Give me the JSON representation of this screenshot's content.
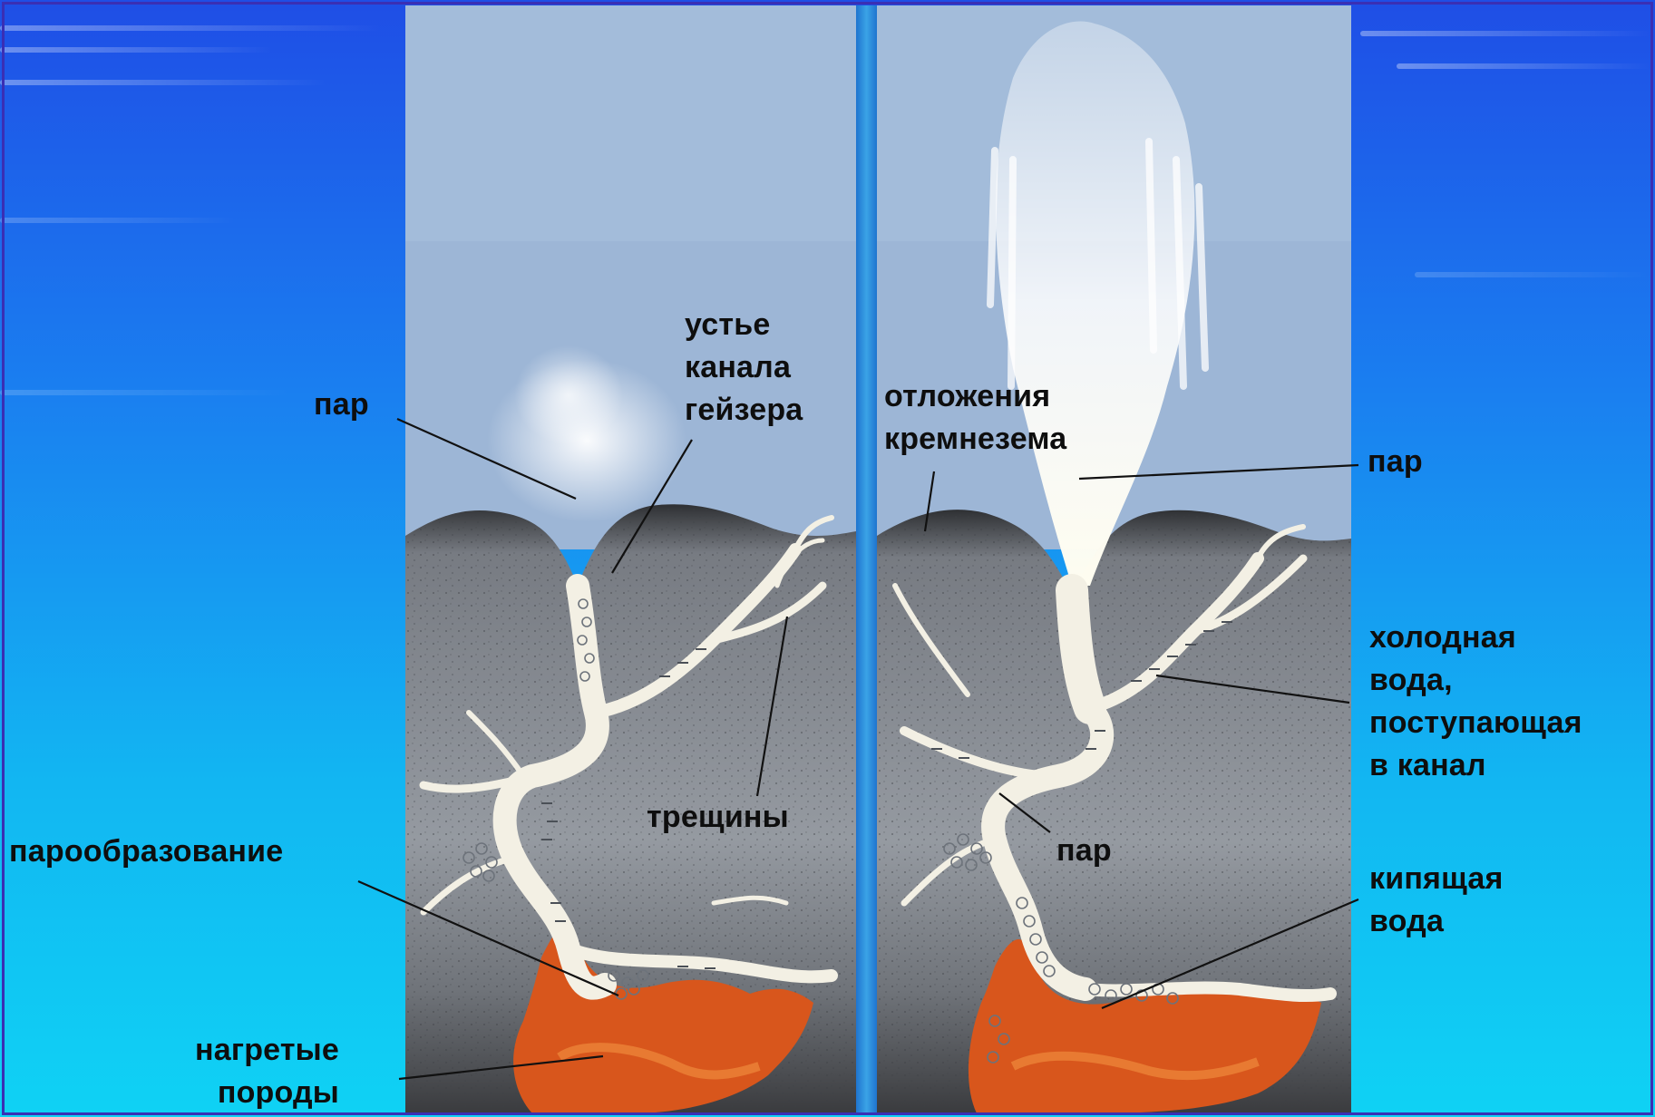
{
  "diagram": {
    "left_panel": {
      "labels": {
        "steam": "пар",
        "vent": "устье\nканала\nгейзера",
        "cracks": "трещины",
        "vaporization": "парообразование",
        "heated_rocks": "нагретые\nпороды"
      }
    },
    "right_panel": {
      "labels": {
        "silica": "отложения\nкремнезема",
        "steam_top": "пар",
        "cold_water": "холодная\nвода,\nпоступающая\nв канал",
        "steam_inner": "пар",
        "boiling_water": "кипящая\nвода"
      }
    },
    "colors": {
      "sky": "#9db6d6",
      "ground": "#8e9299",
      "ground_dark": "#2f3236",
      "channel": "#f3f0e4",
      "heated": "#d8561c",
      "background_top": "#1f4ee6",
      "background_bottom": "#0fd2f4"
    }
  }
}
